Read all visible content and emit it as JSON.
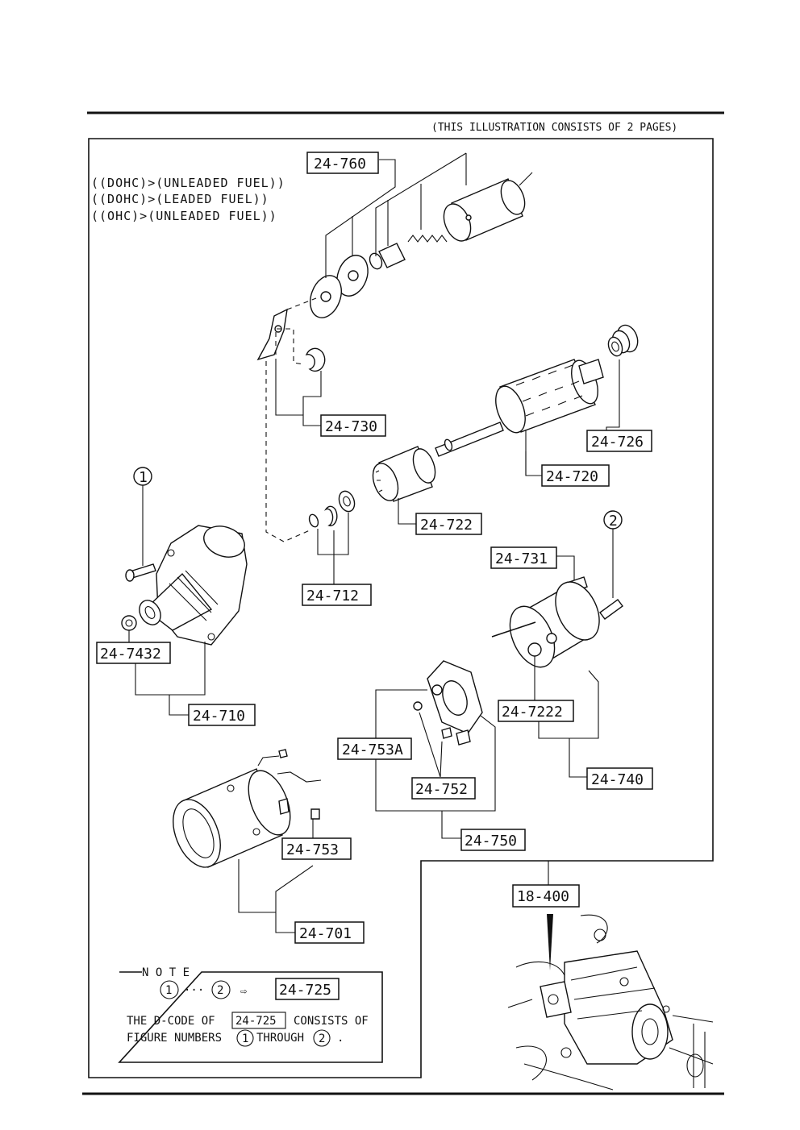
{
  "header": {
    "caption": "(THIS ILLUSTRATION CONSISTS OF  2 PAGES)"
  },
  "conditions": [
    "((DOHC)>(UNLEADED FUEL))",
    "((DOHC)>(LEADED FUEL))",
    "((OHC)>(UNLEADED FUEL))"
  ],
  "callouts": {
    "c1": "1",
    "c2": "2"
  },
  "parts": {
    "p24_760": "24-760",
    "p24_730": "24-730",
    "p24_726": "24-726",
    "p24_720": "24-720",
    "p24_722": "24-722",
    "p24_712": "24-712",
    "p24_7432": "24-7432",
    "p24_710": "24-710",
    "p24_731": "24-731",
    "p24_7222": "24-7222",
    "p24_740": "24-740",
    "p24_753A": "24-753A",
    "p24_752": "24-752",
    "p24_750": "24-750",
    "p24_753": "24-753",
    "p24_701": "24-701",
    "p18_400": "18-400"
  },
  "note": {
    "title": "N O T E",
    "range_from": "1",
    "range_dots": "···",
    "range_to": "2",
    "arrow": "⇨",
    "range_code": "24-725",
    "line1_pre": "THE D-CODE OF",
    "line1_code": "24-725",
    "line1_post": "CONSISTS OF",
    "line2_pre": "FIGURE NUMBERS",
    "line2_from": "1",
    "line2_mid": "THROUGH",
    "line2_to": "2",
    "line2_end": "."
  }
}
